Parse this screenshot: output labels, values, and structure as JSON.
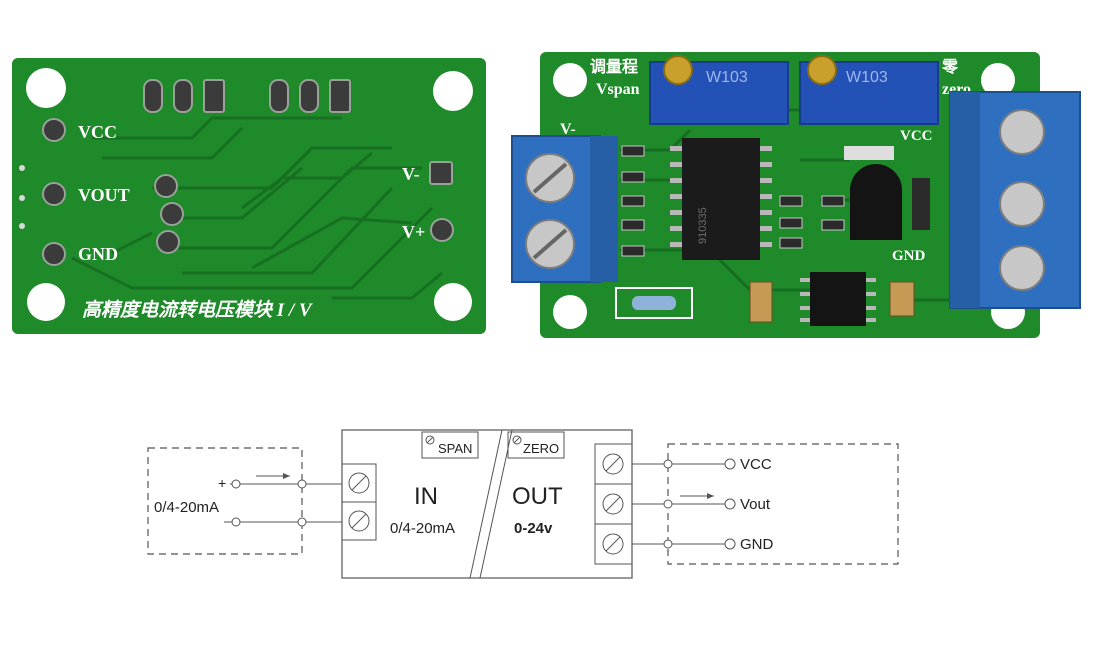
{
  "boards": {
    "back": {
      "labels": {
        "vcc": "VCC",
        "vout": "VOUT",
        "gnd": "GND",
        "vminus": "V-",
        "vplus": "V+",
        "title": "高精度电流转电压模块 I / V"
      }
    },
    "front": {
      "labels": {
        "vminus": "V-",
        "vspan": "Vspan",
        "span_cn": "调量程",
        "zero_cn": "零",
        "zero": "zero",
        "vcc": "VCC",
        "gnd": "GND",
        "pot1": "W103",
        "pot2": "W103",
        "chip": "910335"
      }
    }
  },
  "diagram": {
    "input_label": "0/4-20mA",
    "span_label": "SPAN",
    "zero_label": "ZERO",
    "in_label": "IN",
    "in_range": "0/4-20mA",
    "out_label": "OUT",
    "out_range": "0-24v",
    "outputs": [
      "VCC",
      "Vout",
      "GND"
    ]
  },
  "colors": {
    "pcb_green": "#1f8a2a",
    "pcb_dark": "#166b1f",
    "terminal_blue": "#2f6fbf",
    "pot_blue": "#2451b5"
  }
}
